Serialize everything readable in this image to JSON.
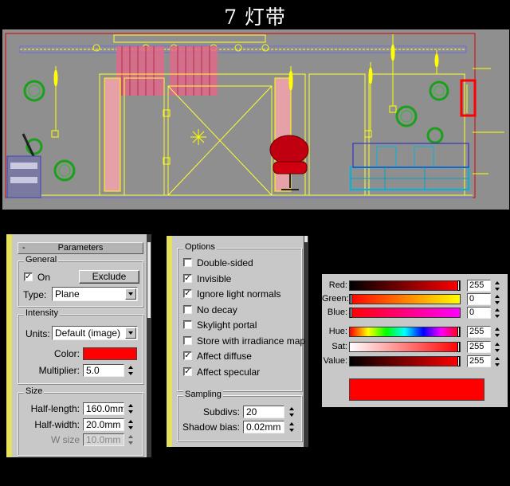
{
  "title": "7 灯带",
  "colors": {
    "light_color": "#ff0000",
    "panel": "#c8c8c8",
    "accent_strip": "#e6e15a"
  },
  "left_panel": {
    "rollout_label": "Parameters",
    "general": {
      "title": "General",
      "on_label": "On",
      "on_checked": true,
      "exclude_label": "Exclude",
      "type_label": "Type:",
      "type_value": "Plane"
    },
    "intensity": {
      "title": "Intensity",
      "units_label": "Units:",
      "units_value": "Default (image)",
      "color_label": "Color:",
      "multiplier_label": "Multiplier:",
      "multiplier_value": "5.0"
    },
    "size": {
      "title": "Size",
      "half_length_label": "Half-length:",
      "half_length_value": "160.0mm",
      "half_width_label": "Half-width:",
      "half_width_value": "20.0mm",
      "w_size_label": "W size",
      "w_size_value": "10.0mm"
    }
  },
  "middle_panel": {
    "options": {
      "title": "Options",
      "items": [
        {
          "label": "Double-sided",
          "checked": false
        },
        {
          "label": "Invisible",
          "checked": true
        },
        {
          "label": "Ignore light normals",
          "checked": true
        },
        {
          "label": "No decay",
          "checked": false
        },
        {
          "label": "Skylight portal",
          "checked": false
        },
        {
          "label": "Store with irradiance map",
          "checked": false
        },
        {
          "label": "Affect diffuse",
          "checked": true
        },
        {
          "label": "Affect specular",
          "checked": true
        }
      ]
    },
    "sampling": {
      "title": "Sampling",
      "subdivs_label": "Subdivs:",
      "subdivs_value": "20",
      "shadow_bias_label": "Shadow bias:",
      "shadow_bias_value": "0.02mm"
    }
  },
  "color_selector": {
    "rows": [
      {
        "label": "Red:",
        "value": "255",
        "level": 1.0
      },
      {
        "label": "Green:",
        "value": "0",
        "level": 0.0
      },
      {
        "label": "Blue:",
        "value": "0",
        "level": 0.0
      },
      {
        "label": "Hue:",
        "value": "255",
        "level": 1.0
      },
      {
        "label": "Sat:",
        "value": "255",
        "level": 1.0
      },
      {
        "label": "Value:",
        "value": "255",
        "level": 1.0
      }
    ],
    "preview_color": "#ff0000"
  }
}
